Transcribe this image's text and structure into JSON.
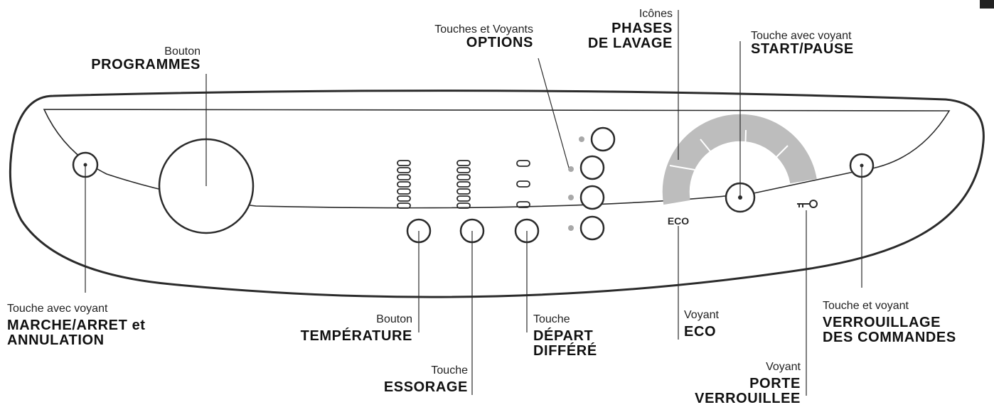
{
  "colors": {
    "line": "#2b2b2b",
    "phase_arc": "#bdbdbd",
    "option_dot": "#a8a8a8"
  },
  "labels": {
    "programs": {
      "small": "Bouton",
      "bold": [
        "PROGRAMMES"
      ]
    },
    "options": {
      "small": "Touches et Voyants",
      "bold": [
        "OPTIONS"
      ]
    },
    "phases": {
      "small": "Icônes",
      "bold": [
        "PHASES",
        "DE LAVAGE"
      ]
    },
    "start_pause": {
      "small": "Touche avec voyant",
      "bold": [
        "START/PAUSE"
      ]
    },
    "power": {
      "small": "Touche  avec voyant",
      "bold": [
        "MARCHE/ARRET et",
        "ANNULATION"
      ]
    },
    "temperature": {
      "small": "Bouton",
      "bold": [
        "TEMPÉRATURE"
      ]
    },
    "spin": {
      "small": "Touche",
      "bold": [
        "ESSORAGE"
      ]
    },
    "delay": {
      "small": "Touche",
      "bold": [
        "DÉPART",
        "DIFFÉRÉ"
      ]
    },
    "eco": {
      "small": "Voyant",
      "bold": [
        "ECO"
      ]
    },
    "door_lock": {
      "small": "Voyant",
      "bold": [
        "PORTE",
        "VERROUILLEE"
      ]
    },
    "child_lock": {
      "small": "Touche  et  voyant",
      "bold": [
        "VERROUILLAGE",
        "DES COMMANDES"
      ]
    }
  },
  "panel": {
    "eco_text": "ECO"
  },
  "icons": {
    "key": "key-icon"
  }
}
